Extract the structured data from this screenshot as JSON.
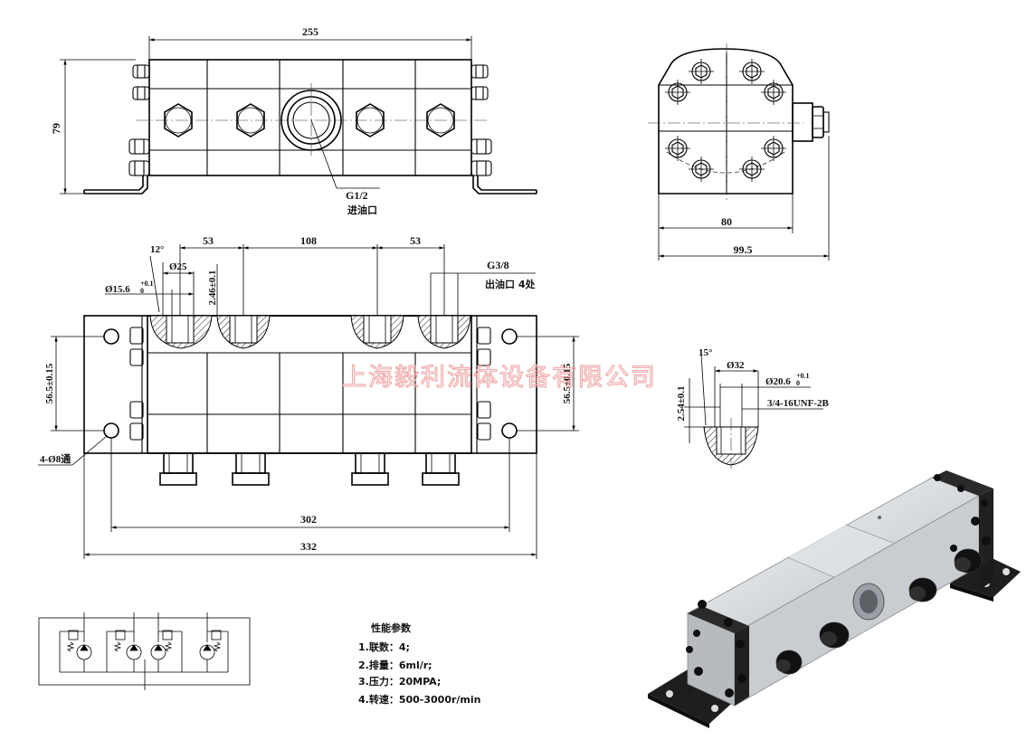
{
  "front_view": {
    "width_dim": "255",
    "height_dim": "79",
    "inlet_thread": "G1/2",
    "inlet_label": "进油口"
  },
  "side_view": {
    "base_width_dim": "80",
    "overall_width_dim": "99.5"
  },
  "top_view": {
    "pitch_left": "53",
    "pitch_center": "108",
    "pitch_right": "53",
    "angle": "12°",
    "bore_dia": "Ø25",
    "port_dia": "Ø15.6",
    "port_tol": "+0.1",
    "port_tol_low": "0",
    "depth_dim": "2.46±0.1",
    "outlet_thread": "G3/8",
    "outlet_label": "出油口 4处",
    "hole_spacing_left": "56.5±0.15",
    "hole_spacing_right": "56.5±0.15",
    "mount_holes": "4-Ø8通",
    "hole_pitch_dim": "302",
    "overall_length_dim": "332"
  },
  "detail_view": {
    "angle": "15°",
    "bore_dia": "Ø32",
    "port_dia": "Ø20.6",
    "port_tol": "+0.1",
    "port_tol_low": "0",
    "depth_dim": "2.54±0.1",
    "thread": "3/4-16UNF-2B"
  },
  "watermark": "上海毅利流体设备有限公司",
  "specs": {
    "title": "性能参数",
    "items": [
      "1.联数：4;",
      "2.排量：6ml/r;",
      "3.压力：20MPA;",
      "4.转速：500-3000r/min"
    ]
  },
  "colors": {
    "line": "#000000",
    "watermark": "#f0a6a6",
    "body_light": "#e4e6e8",
    "body_dark": "#1c1c1c"
  }
}
